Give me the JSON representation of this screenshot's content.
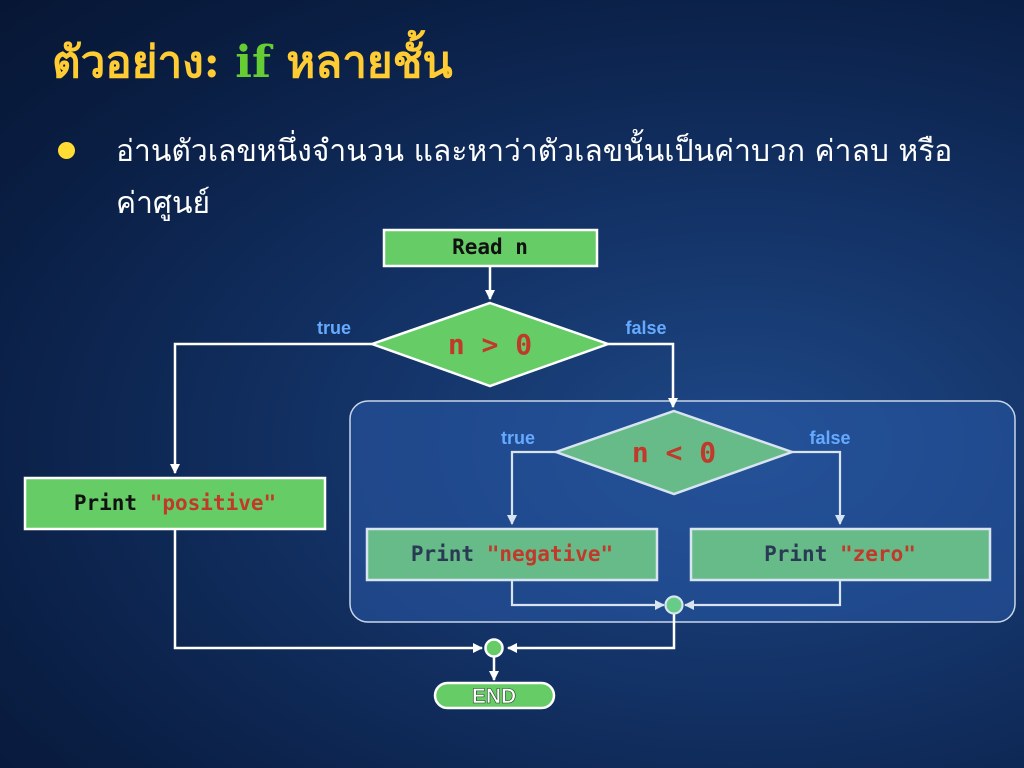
{
  "slide": {
    "title_main": "ตัวอย่าง: ",
    "title_keyword": "if",
    "title_rest": " หลายชั้น",
    "bullet": "อ่านตัวเลขหนึ่งจำนวน และหาว่าตัวเลขนั้นเป็นค่าบวก ค่าลบ หรือค่าศูนย์"
  },
  "flowchart": {
    "read_box": "Read n",
    "decision1": "n > 0",
    "decision1_true": "true",
    "decision1_false": "false",
    "decision2": "n < 0",
    "decision2_true": "true",
    "decision2_false": "false",
    "print_word": "Print",
    "positive_str": "\"positive\"",
    "negative_str": "\"negative\"",
    "zero_str": "\"zero\"",
    "end": "END"
  },
  "colors": {
    "title": "#ffcc33",
    "keyword": "#66cc33",
    "box_fill": "#66cc66",
    "box_fill_inner": "#66bb88",
    "string_literal": "#c0392b",
    "branch_label": "#66aaff"
  }
}
